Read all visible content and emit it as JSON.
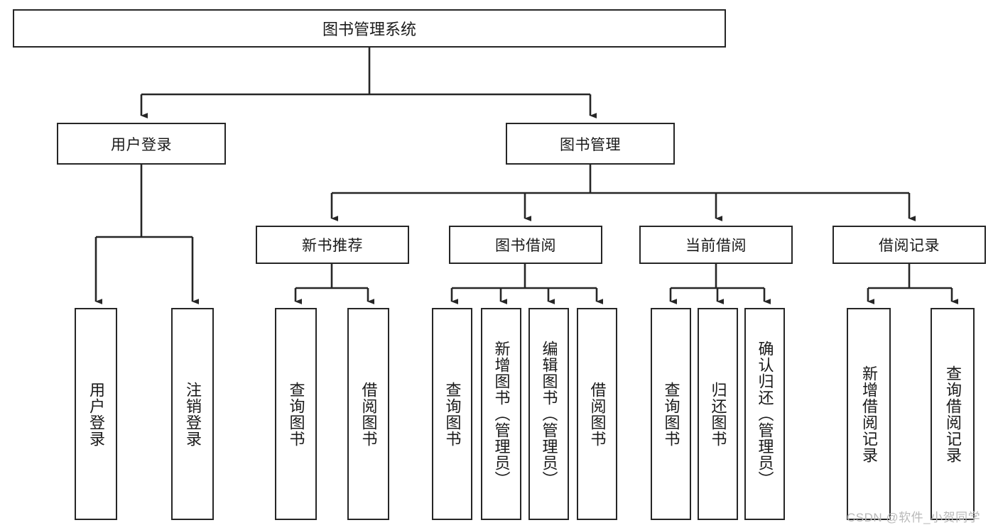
{
  "diagram": {
    "title": "图书管理系统",
    "type": "tree-hierarchy-chart",
    "root": {
      "label": "图书管理系统"
    },
    "level2": [
      {
        "id": "user-login",
        "label": "用户登录"
      },
      {
        "id": "book-management",
        "label": "图书管理"
      }
    ],
    "level3": [
      {
        "id": "new-book-recommend",
        "label": "新书推荐"
      },
      {
        "id": "book-borrow",
        "label": "图书借阅"
      },
      {
        "id": "current-borrow",
        "label": "当前借阅"
      },
      {
        "id": "borrow-record",
        "label": "借阅记录"
      }
    ],
    "leaves": {
      "user_login": [
        {
          "id": "leaf-user-login",
          "label": "用户登录"
        },
        {
          "id": "leaf-user-logout",
          "label": "注销登录"
        }
      ],
      "new_book_recommend": [
        {
          "id": "leaf-query-book-1",
          "label": "查询图书"
        },
        {
          "id": "leaf-borrow-book-1",
          "label": "借阅图书"
        }
      ],
      "book_borrow": [
        {
          "id": "leaf-query-book-2",
          "label": "查询图书"
        },
        {
          "id": "leaf-add-book",
          "label": "新增图书（管理员）"
        },
        {
          "id": "leaf-edit-book",
          "label": "编辑图书（管理员）"
        },
        {
          "id": "leaf-borrow-book-2",
          "label": "借阅图书"
        }
      ],
      "current_borrow": [
        {
          "id": "leaf-query-book-3",
          "label": "查询图书"
        },
        {
          "id": "leaf-return-book",
          "label": "归还图书"
        },
        {
          "id": "leaf-confirm-return",
          "label": "确认归还（管理员）"
        }
      ],
      "borrow_record": [
        {
          "id": "leaf-add-record",
          "label": "新增借阅记录"
        },
        {
          "id": "leaf-query-record",
          "label": "查询借阅记录"
        }
      ]
    }
  },
  "watermark": {
    "text": "CSDN @软件_小贺同学"
  },
  "colors": {
    "stroke": "#262626",
    "background": "#ffffff",
    "text": "#1a1a1a",
    "watermark": "#b9b9b9"
  }
}
